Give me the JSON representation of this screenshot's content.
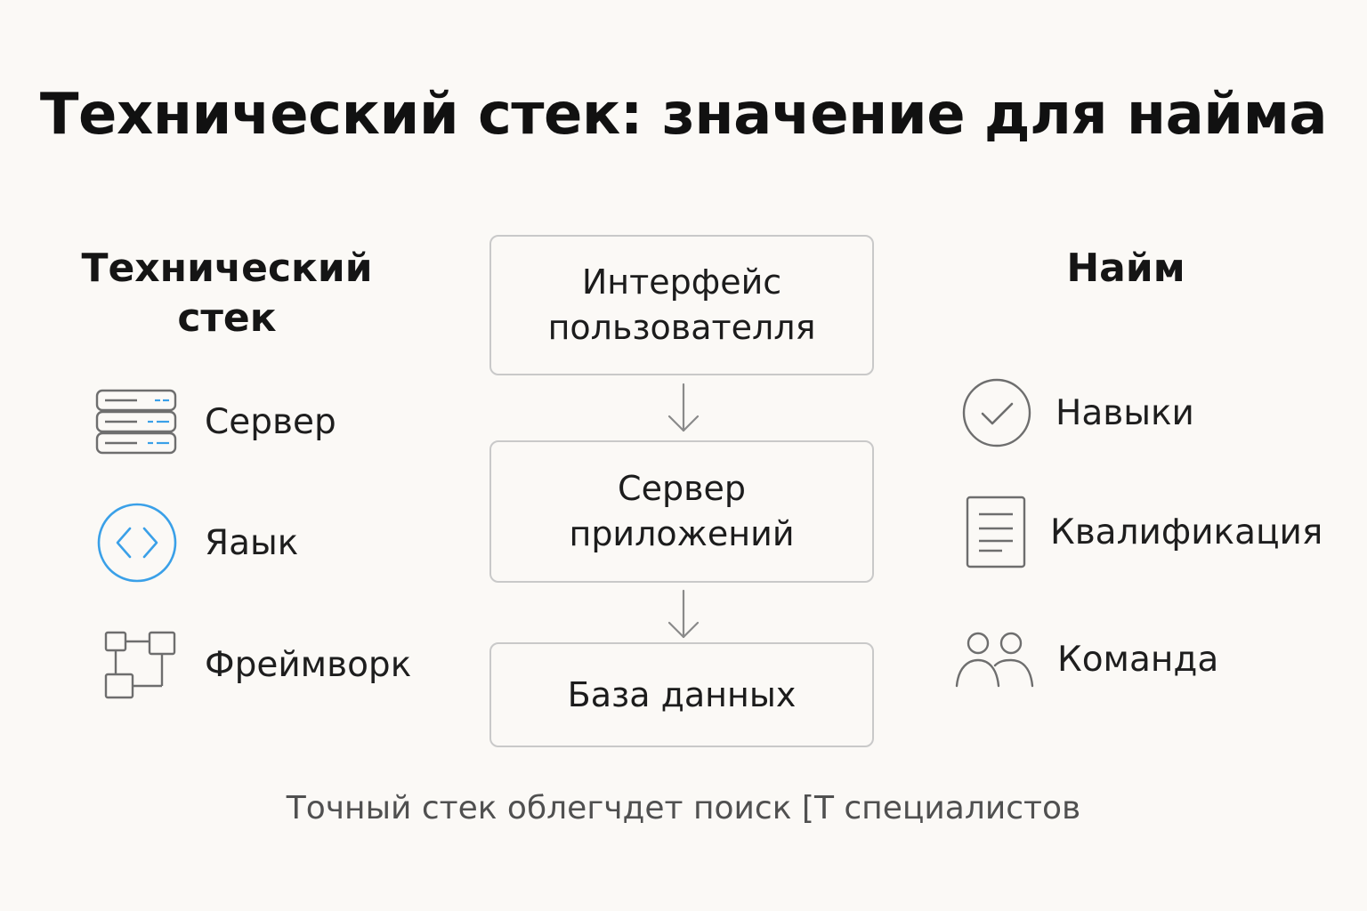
{
  "title": "Технический стек: значение для найма",
  "left_column": {
    "heading_line1": "Технический",
    "heading_line2": "стек",
    "items": [
      {
        "icon": "server-icon",
        "label": "Сервер"
      },
      {
        "icon": "code-icon",
        "label": "Яаык"
      },
      {
        "icon": "framework-icon",
        "label": "Фреймворк"
      }
    ]
  },
  "center_flow": {
    "boxes": [
      {
        "line1": "Интерфейс",
        "line2": "пользователля"
      },
      {
        "line1": "Сервер",
        "line2": "приложений"
      },
      {
        "line1": "База данных"
      }
    ]
  },
  "right_column": {
    "heading": "Найм",
    "items": [
      {
        "icon": "check-circle-icon",
        "label": "Навыки"
      },
      {
        "icon": "document-icon",
        "label": "Квалификация"
      },
      {
        "icon": "team-icon",
        "label": "Команда"
      }
    ]
  },
  "caption": "Точный стек облегчдет поиск [Т специалистов",
  "colors": {
    "background": "#fbf9f6",
    "accent_blue": "#3aa0e8",
    "icon_gray": "#6e6e6e",
    "box_border": "#c9c9c9"
  }
}
